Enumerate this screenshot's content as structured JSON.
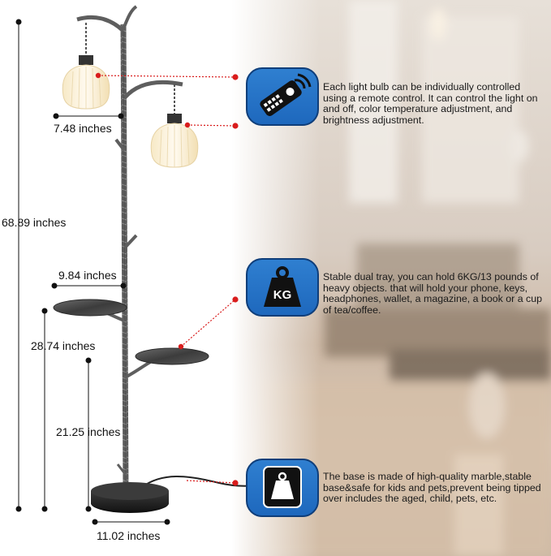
{
  "dimensions": {
    "total_height": "68.89 inches",
    "shade_width": "7.48 inches",
    "tray_width": "9.84 inches",
    "upper_tray_height": "28.74 inches",
    "lower_tray_height": "21.25 inches",
    "base_width": "11.02 inches"
  },
  "features": [
    {
      "icon": "remote-control-icon",
      "text": "Each light bulb can be individually controlled using a remote control. It can control the light on and off, color temperature adjustment, and brightness adjustment."
    },
    {
      "icon": "kg-weight-icon",
      "badge_label": "KG",
      "text": "Stable dual tray, you can hold 6KG/13 pounds of heavy objects. that will hold your phone, keys, headphones, wallet, a magazine, a book or a cup of tea/coffee."
    },
    {
      "icon": "marble-base-weight-icon",
      "text": "The base is made of high-quality marble,stable base&safe for kids and pets,prevent being tipped over includes the aged, child, pets, etc."
    }
  ],
  "colors": {
    "badge_blue": "#1e6fc6",
    "badge_border": "#0f3e7a",
    "callout_red": "#d91c1c",
    "dimension_line": "#111111"
  }
}
